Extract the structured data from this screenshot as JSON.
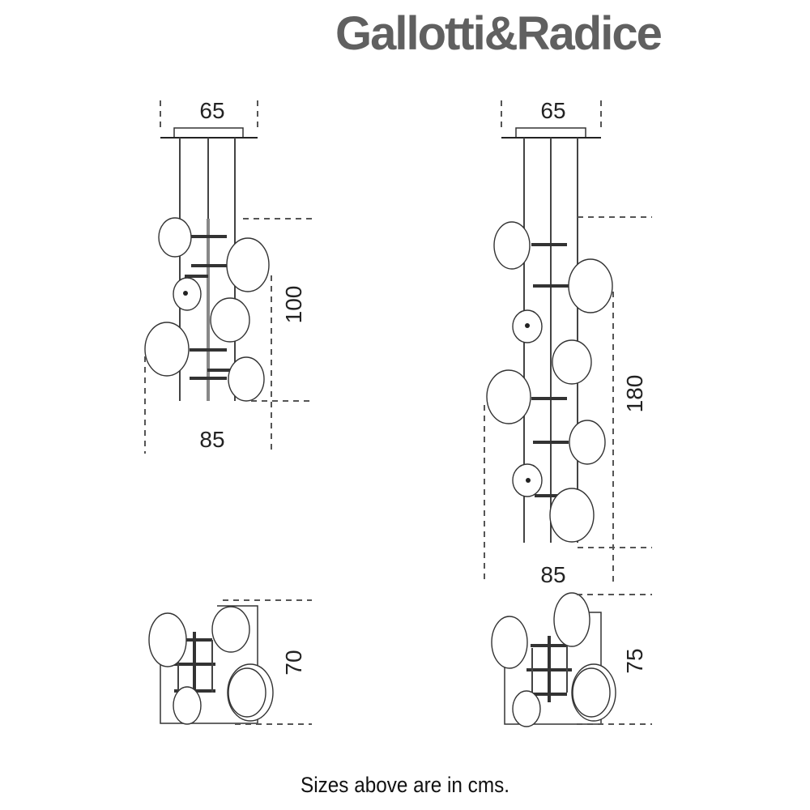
{
  "brand": "Gallotti&Radice",
  "caption": "Sizes above are in cms.",
  "small_elevation": {
    "top_width": "65",
    "height": "100",
    "width": "85"
  },
  "large_elevation": {
    "top_width": "65",
    "height": "180",
    "width": "85"
  },
  "small_plan": {
    "depth": "70"
  },
  "large_plan": {
    "depth": "75"
  }
}
